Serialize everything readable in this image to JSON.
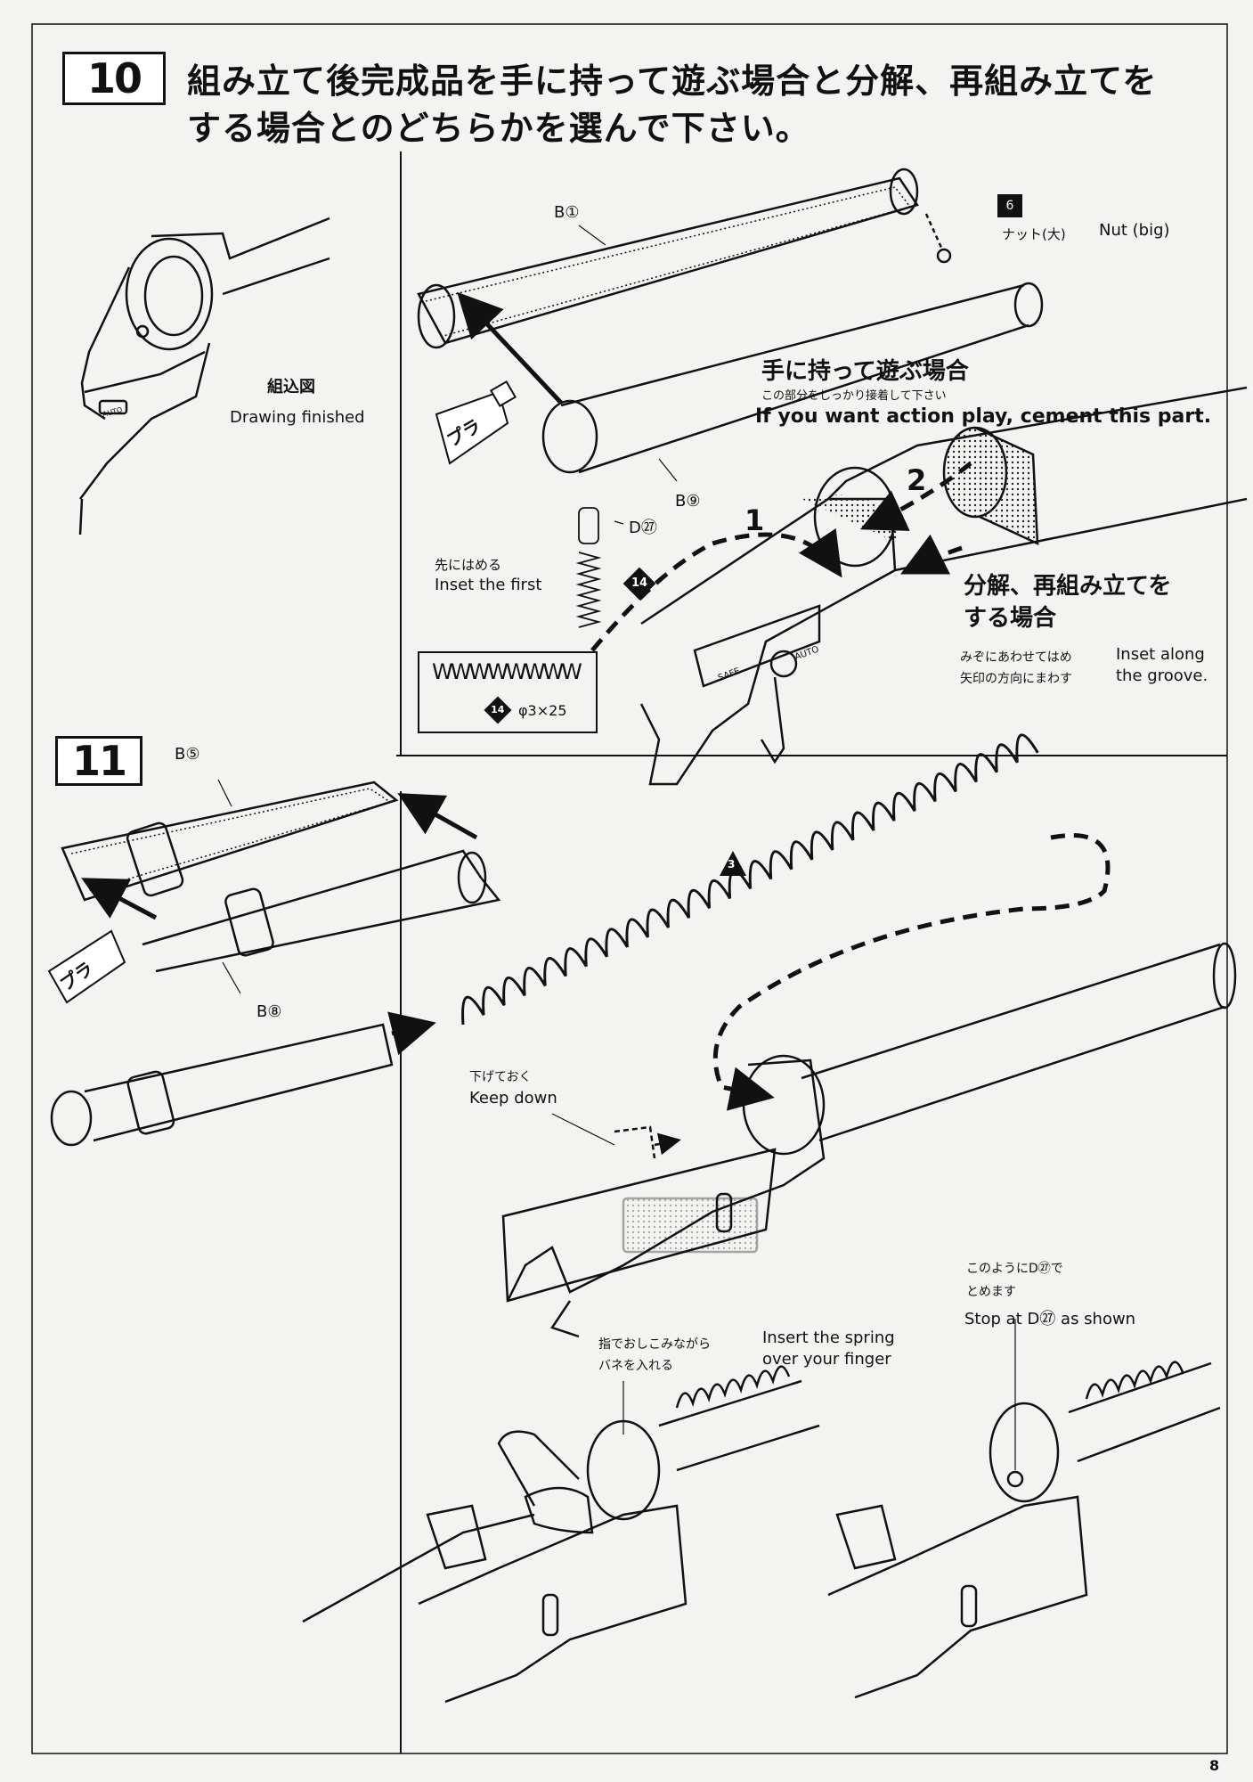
{
  "step10": {
    "number": "10",
    "heading_line1": "組み立て後完成品を手に持って遊ぶ場合と分解、再組み立てを",
    "heading_line2": "する場合とのどちらかを選んで下さい。",
    "finished_jp": "組込図",
    "finished_en": "Drawing  finished",
    "part_b1": "B①",
    "part_b9": "B⑨",
    "part_d27": "D㉗",
    "nut_num": "6",
    "nut_jp": "ナット(大)",
    "nut_en": "Nut (big)",
    "glue": "プラ",
    "action_jp": "手に持って遊ぶ場合",
    "action_note_jp": "この部分をしっかり接着して下さい",
    "action_en": "If you want action play, cement this part.",
    "arrow1": "1",
    "arrow2": "2",
    "first_jp": "先にはめる",
    "first_en": "Inset the first",
    "spring_badge": "14",
    "spring_symbol": "WWWWWWWW",
    "spring_size": "φ3×25",
    "disassemble_jp1": "分解、再組み立てを",
    "disassemble_jp2": "する場合",
    "groove_jp1": "みぞにあわせてはめ",
    "groove_jp2": "矢印の方向にまわす",
    "groove_en1": "Inset along",
    "groove_en2": "the groove.",
    "safe": "SAFE",
    "auto": "AUTO"
  },
  "step11": {
    "number": "11",
    "part_b5": "B⑤",
    "part_b8": "B⑧",
    "glue": "プラ",
    "spring_badge": "3",
    "keep_jp": "下げておく",
    "keep_en": "Keep down",
    "stop_jp1": "このようにD㉗で",
    "stop_jp2": "とめます",
    "stop_en": "Stop at D㉗ as shown",
    "insert_jp1": "指でおしこみながら",
    "insert_jp2": "バネを入れる",
    "insert_en1": "Insert the spring",
    "insert_en2": "over your finger"
  },
  "page_number": "8"
}
